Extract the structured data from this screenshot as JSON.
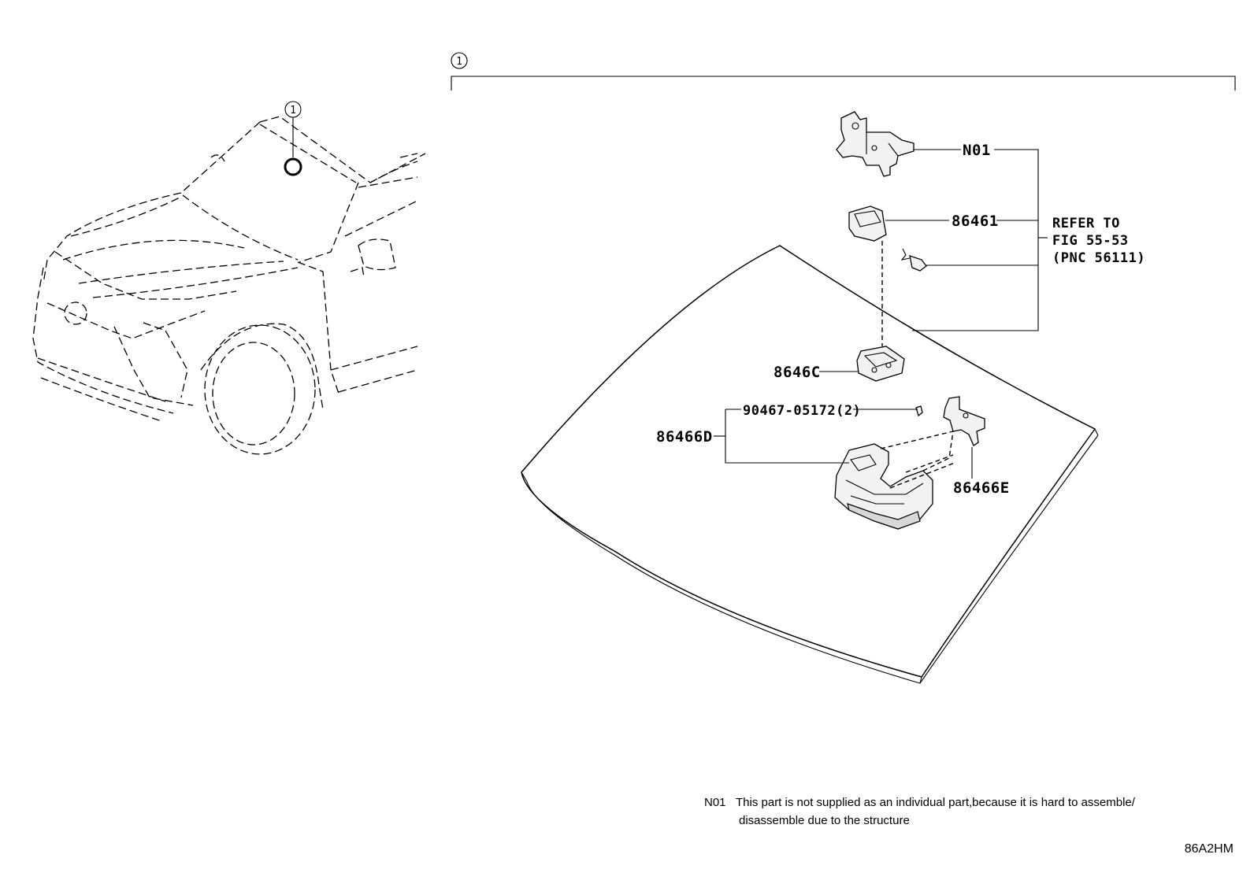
{
  "overview": {
    "callout_number": "1"
  },
  "assembly": {
    "callout_number": "1"
  },
  "parts": {
    "n01": "N01",
    "p86461": "86461",
    "p8646c": "8646C",
    "p90467": "90467-05172(2)",
    "p86466d": "86466D",
    "p86466e": "86466E"
  },
  "refer": {
    "line1": "REFER TO",
    "line2": "FIG 55-53",
    "line3": "(PNC 56111)"
  },
  "note": {
    "code": "N01",
    "line1": "This part is not supplied as an individual part,because it is hard to assemble/",
    "line2": "disassemble due to the structure"
  },
  "figure_code": "86A2HM"
}
